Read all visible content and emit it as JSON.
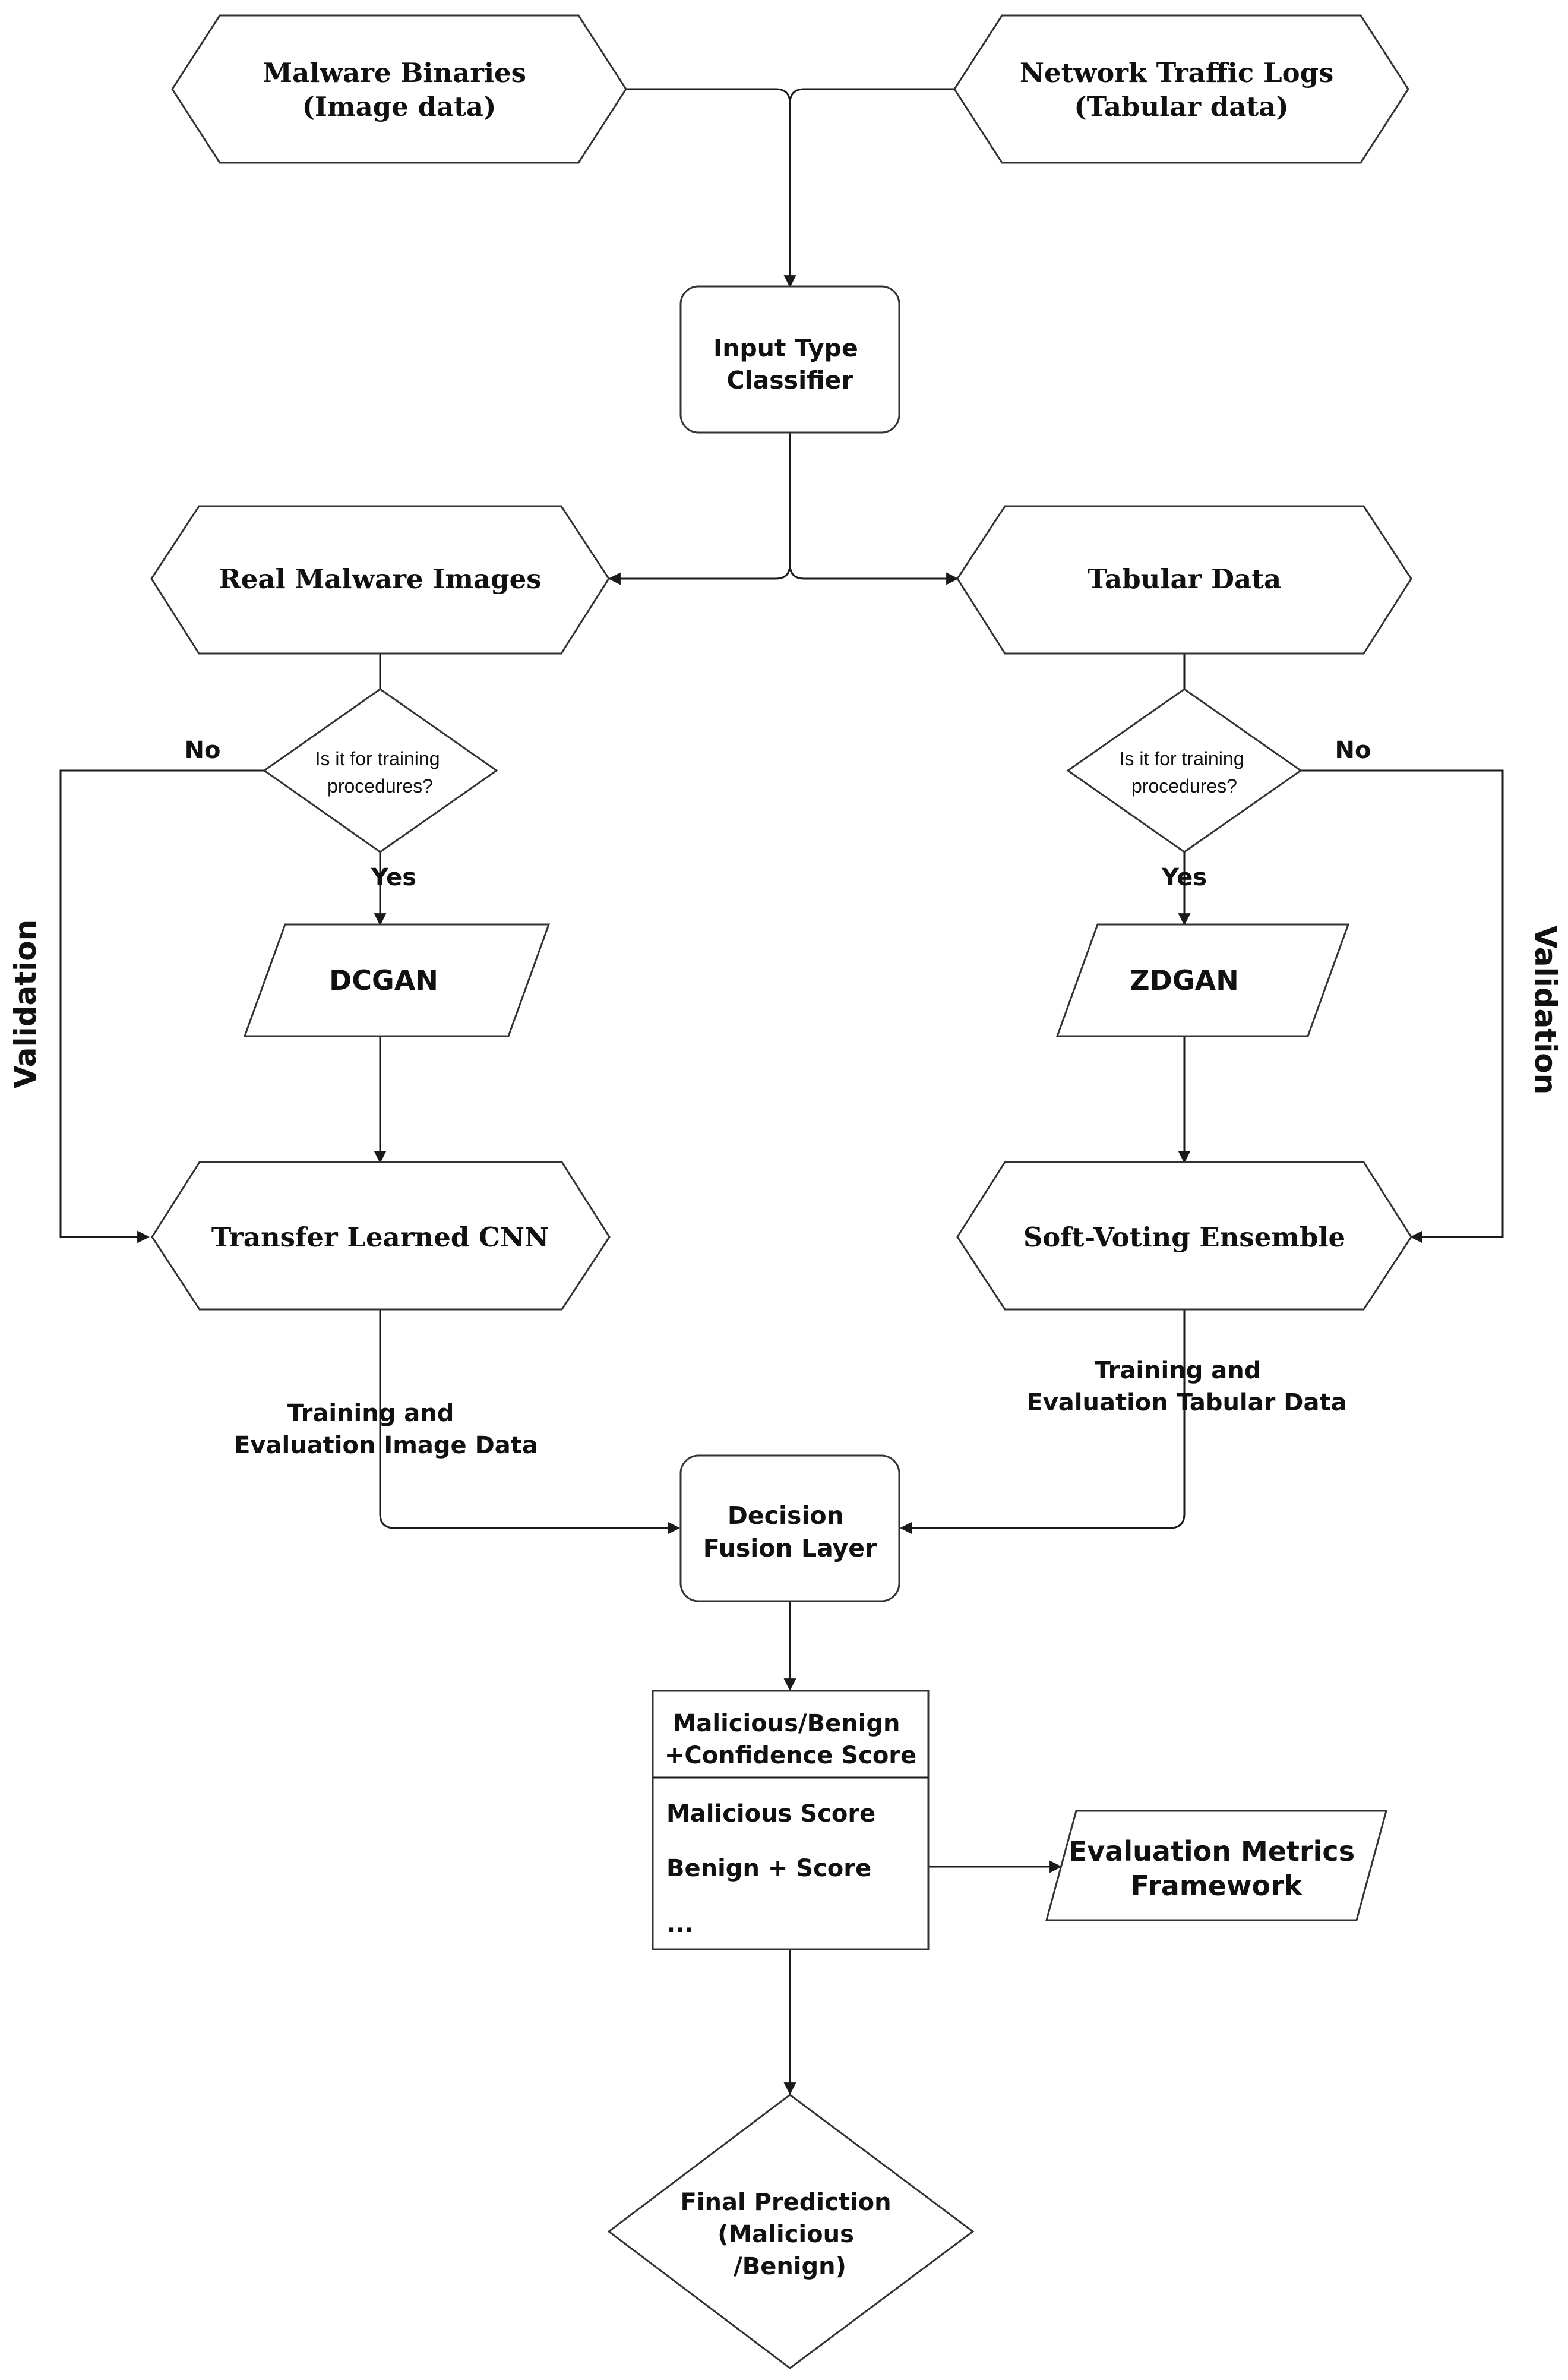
{
  "nodes": {
    "malware_binaries": [
      "Malware Binaries",
      "(Image data)"
    ],
    "network_logs": [
      "Network Traffic Logs",
      "(Tabular data)"
    ],
    "input_classifier": [
      "Input Type",
      "Classifier"
    ],
    "real_malware_images": "Real Malware Images",
    "tabular_data": "Tabular Data",
    "decision_left": [
      "Is it for training",
      "procedures?"
    ],
    "decision_right": [
      "Is it for training",
      "procedures?"
    ],
    "dcgan": "DCGAN",
    "zdgan": "ZDGAN",
    "transfer_cnn": "Transfer Learned CNN",
    "soft_voting": "Soft-Voting Ensemble",
    "decision_fusion": [
      "Decision",
      "Fusion Layer"
    ],
    "output_header": [
      "Malicious/Benign",
      "+Confidence Score"
    ],
    "output_items": [
      "Malicious Score",
      "Benign + Score",
      "..."
    ],
    "evaluation_metrics": [
      "Evaluation Metrics",
      "Framework"
    ],
    "final_prediction": [
      "Final Prediction",
      "(Malicious",
      "/Benign)"
    ]
  },
  "edge_labels": {
    "no_left": "No",
    "no_right": "No",
    "yes_left": "Yes",
    "yes_right": "Yes",
    "validation_left": "Validation",
    "validation_right": "Validation",
    "training_image": [
      "Training and",
      "Evaluation Image Data"
    ],
    "training_tabular": [
      "Training and",
      "Evaluation Tabular Data"
    ]
  }
}
